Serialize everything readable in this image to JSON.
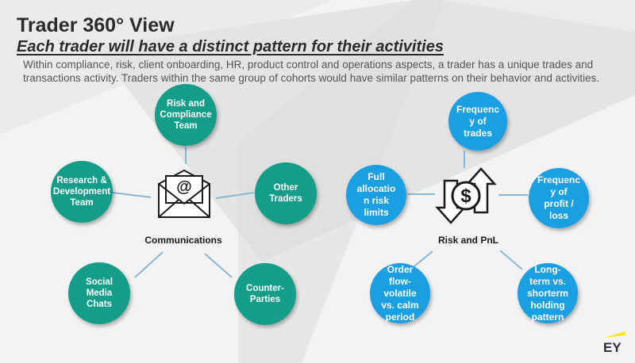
{
  "header": {
    "title": "Trader 360° View",
    "subtitle": "Each trader will have a distinct pattern for their activities",
    "description": "Within compliance, risk, client onboarding, HR, product control and operations aspects, a trader has a unique trades and transactions activity. Traders within the same group of cohorts would have similar patterns on their behavior and activities."
  },
  "communications": {
    "hub_label": "Communications",
    "hub_icon": "envelope-at-icon",
    "color": "#149e8a",
    "nodes": [
      "Risk and\nCompliance\nTeam",
      "Research &\nDevelopment\nTeam",
      "Other\nTraders",
      "Social\nMedia\nChats",
      "Counter-\nParties"
    ]
  },
  "risk_pnl": {
    "hub_label": "Risk and PnL",
    "hub_icon": "dollar-arrows-icon",
    "color": "#1a9fe3",
    "nodes": [
      "Frequenc\ny of\ntrades",
      "Full\nallocatio\nn risk\nlimits",
      "Frequenc\ny of\nprofit /\nloss",
      "Order\nflow-\nvolatile\nvs. calm\nperiod",
      "Long-\nterm vs.\nshorterm\nholding\npattern"
    ]
  },
  "logo": {
    "text": "EY",
    "accent": "#ffe600"
  }
}
